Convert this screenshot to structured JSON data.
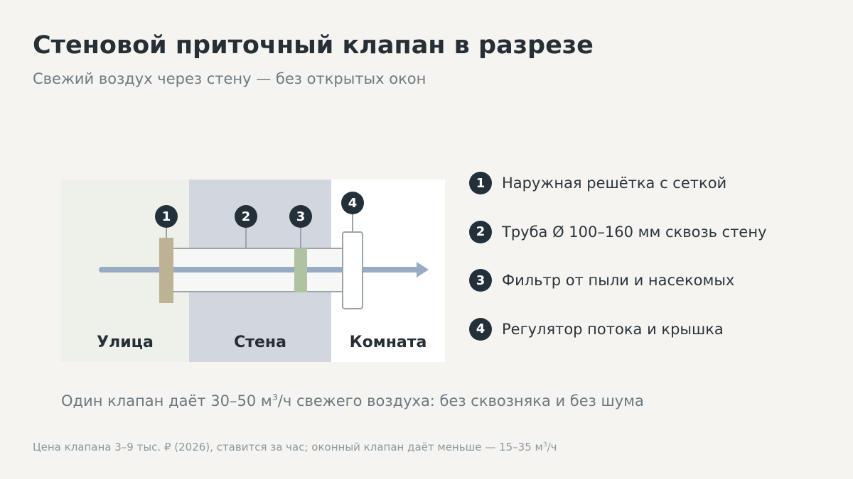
{
  "header": {
    "title": "Стеновой приточный клапан в разрезе",
    "subtitle": "Свежий воздух через стену — без открытых окон"
  },
  "diagram": {
    "zones": [
      {
        "label": "Улица",
        "color": "#eef0ea"
      },
      {
        "label": "Стена",
        "color": "#d1d7dd"
      },
      {
        "label": "Комната",
        "color": "#ffffff"
      }
    ],
    "markers": [
      "1",
      "2",
      "3",
      "4"
    ],
    "colors": {
      "grille": "#beb294",
      "filter": "#afc3a2",
      "airflow_arrow": "#97abc2",
      "marker": "#243039",
      "outline": "#9aa4ab"
    }
  },
  "legend": [
    {
      "number": "1",
      "label": "Наружная решётка с сеткой"
    },
    {
      "number": "2",
      "label": "Труба Ø 100–160 мм сквозь стену"
    },
    {
      "number": "3",
      "label": "Фильтр от пыли и насекомых"
    },
    {
      "number": "4",
      "label": "Регулятор потока и крышка"
    }
  ],
  "summary": {
    "before": "Один клапан даёт 30–50 м",
    "sup": "3",
    "after": "/ч свежего воздуха: без сквозняка и без шума"
  },
  "footnote": {
    "before": "Цена клапана 3–9 тыс. ₽ (2026), ставится за час; оконный клапан даёт меньше — 15–35 м",
    "sup": "3",
    "after": "/ч"
  }
}
